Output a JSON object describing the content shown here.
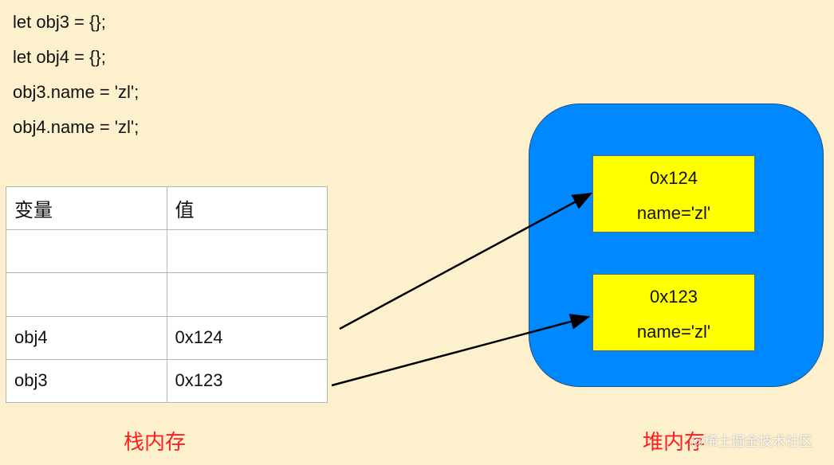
{
  "code": {
    "lines": [
      "let obj3 = {};",
      "let obj4 = {};",
      "obj3.name = 'zl';",
      "obj4.name = 'zl';"
    ]
  },
  "stack_table": {
    "headers": [
      "变量",
      "值"
    ],
    "rows": [
      [
        "",
        ""
      ],
      [
        "",
        ""
      ],
      [
        "obj4",
        "0x124"
      ],
      [
        "obj3",
        "0x123"
      ]
    ]
  },
  "heap": {
    "objects": [
      {
        "address": "0x124",
        "content": "name='zl'"
      },
      {
        "address": "0x123",
        "content": "name='zl'"
      }
    ]
  },
  "labels": {
    "stack": "栈内存",
    "heap": "堆内存"
  },
  "watermark": "@稀土掘金技术社区",
  "colors": {
    "background": "#FDF0CD",
    "heap_fill": "#0088FF",
    "object_fill": "#FFFF00",
    "label_red": "#FF1E1E"
  }
}
